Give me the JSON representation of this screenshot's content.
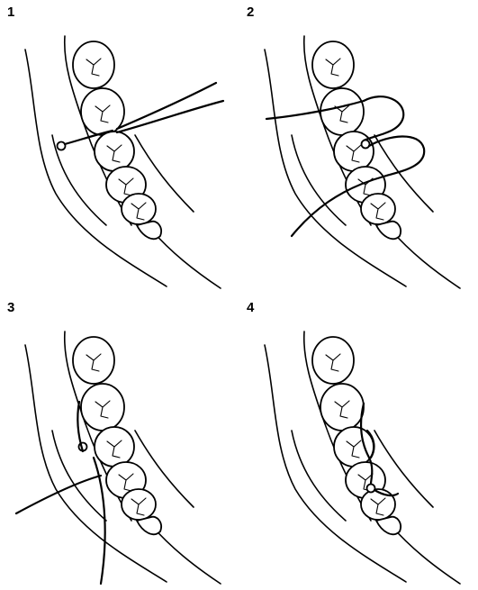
{
  "panels": [
    {
      "step": "1",
      "variant": "threader-insert"
    },
    {
      "step": "2",
      "variant": "floss-pulled-through"
    },
    {
      "step": "3",
      "variant": "floss-crossed"
    },
    {
      "step": "4",
      "variant": "floss-wrapped"
    }
  ]
}
